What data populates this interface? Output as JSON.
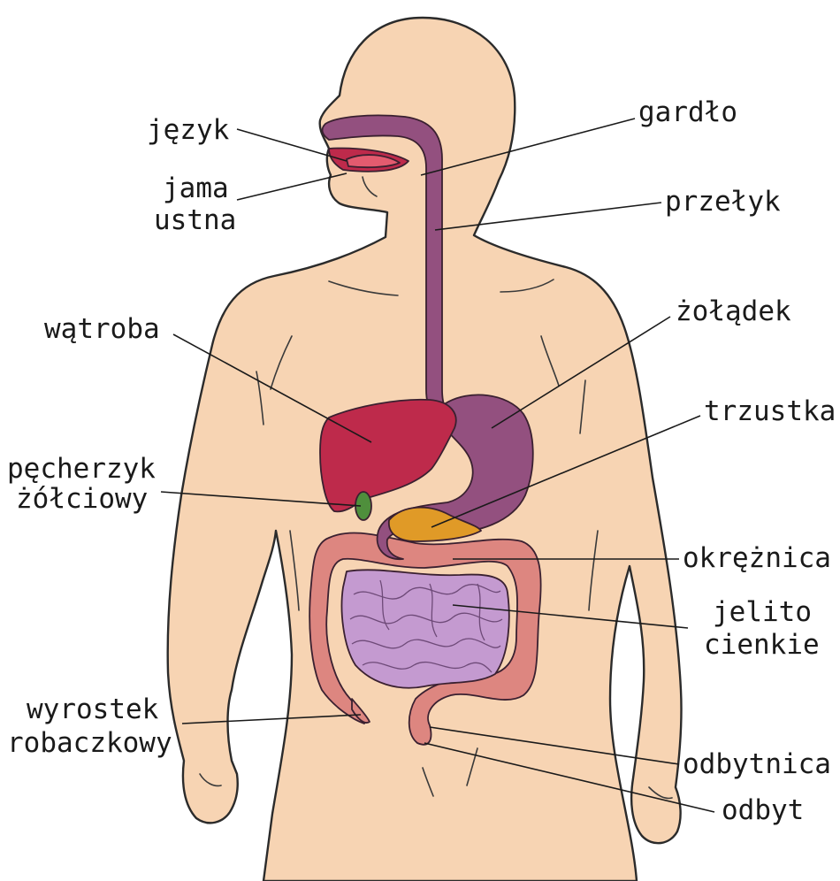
{
  "labels": {
    "tongue": "język",
    "mouth_line1": "jama",
    "mouth_line2": "ustna",
    "pharynx": "gardło",
    "esophagus": "przełyk",
    "liver": "wątroba",
    "stomach": "żołądek",
    "pancreas": "trzustka",
    "gallbladder_line1": "pęcherzyk",
    "gallbladder_line2": "żółciowy",
    "colon": "okrężnica",
    "small_intestine_line1": "jelito",
    "small_intestine_line2": "cienkie",
    "appendix_line1": "wyrostek",
    "appendix_line2": "robaczkowy",
    "rectum": "odbytnica",
    "anus": "odbyt"
  },
  "colors": {
    "skin": "#f7d4b3",
    "digestive_tract": "#93507f",
    "liver": "#be2a4b",
    "gallbladder": "#4f8f3c",
    "pancreas": "#e09a27",
    "colon": "#dd8680",
    "small_intestine": "#c49ad0"
  }
}
